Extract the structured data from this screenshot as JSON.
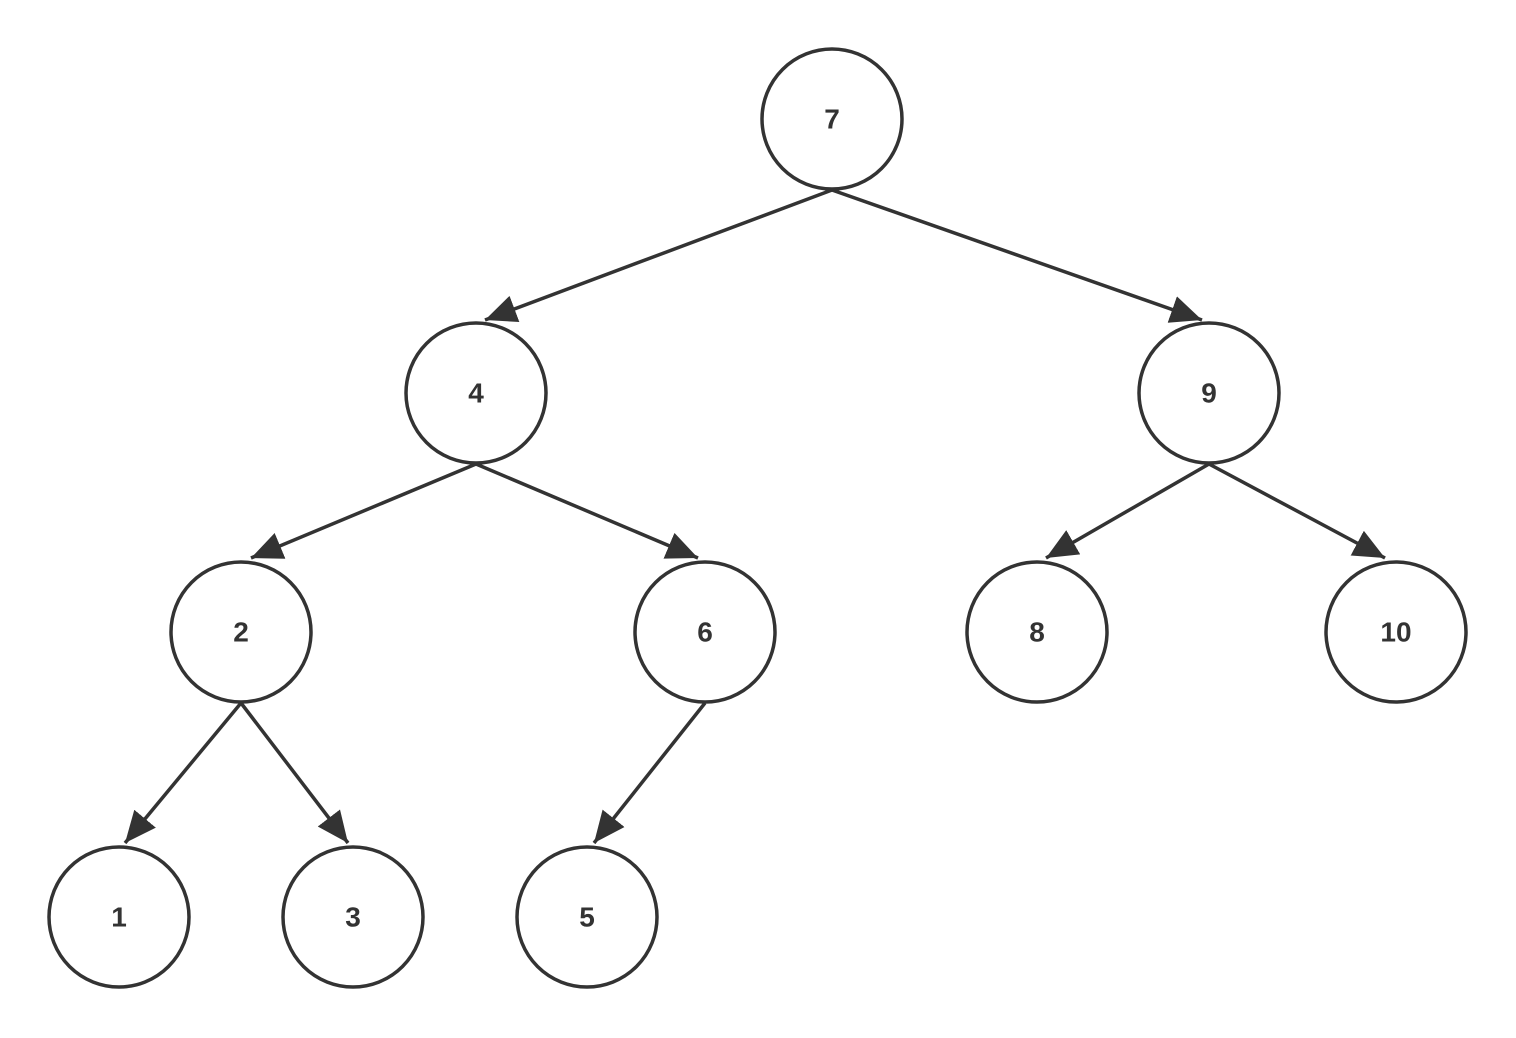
{
  "diagram": {
    "type": "binary-tree",
    "colors": {
      "stroke": "#333333",
      "background": "#ffffff",
      "text": "#333333"
    },
    "nodes": [
      {
        "id": "n7",
        "label": "7"
      },
      {
        "id": "n4",
        "label": "4"
      },
      {
        "id": "n9",
        "label": "9"
      },
      {
        "id": "n2",
        "label": "2"
      },
      {
        "id": "n6",
        "label": "6"
      },
      {
        "id": "n8",
        "label": "8"
      },
      {
        "id": "n10",
        "label": "10"
      },
      {
        "id": "n1",
        "label": "1"
      },
      {
        "id": "n3",
        "label": "3"
      },
      {
        "id": "n5",
        "label": "5"
      }
    ],
    "edges": [
      {
        "from": "n7",
        "to": "n4"
      },
      {
        "from": "n7",
        "to": "n9"
      },
      {
        "from": "n4",
        "to": "n2"
      },
      {
        "from": "n4",
        "to": "n6"
      },
      {
        "from": "n9",
        "to": "n8"
      },
      {
        "from": "n9",
        "to": "n10"
      },
      {
        "from": "n2",
        "to": "n1"
      },
      {
        "from": "n2",
        "to": "n3"
      },
      {
        "from": "n6",
        "to": "n5"
      }
    ]
  }
}
